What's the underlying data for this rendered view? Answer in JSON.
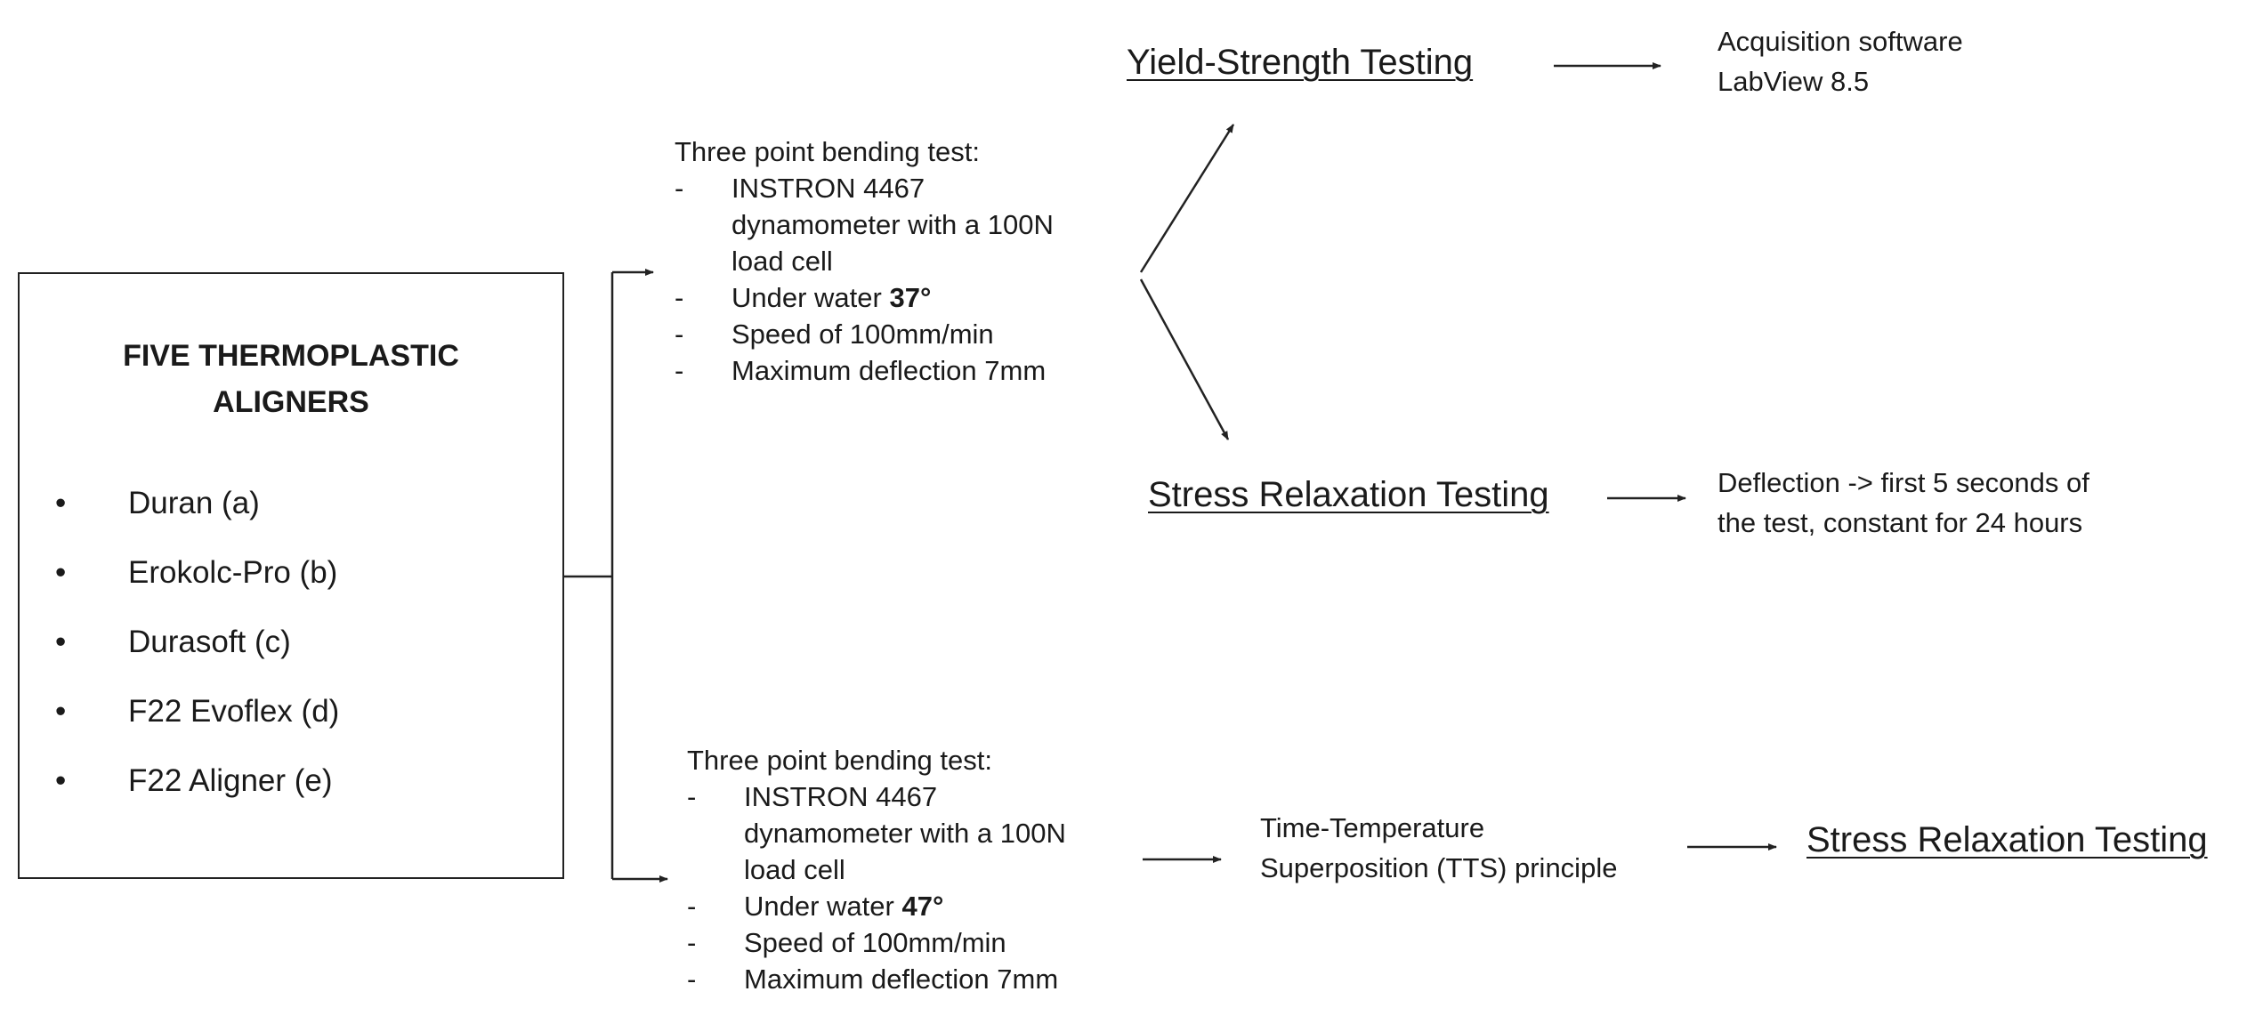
{
  "materials_box": {
    "title_line1": "FIVE THERMOPLASTIC",
    "title_line2": "ALIGNERS",
    "bullet": "•",
    "items": [
      "Duran  (a)",
      "Erokolc-Pro (b)",
      "Durasoft (c)",
      "F22 Evoflex (d)",
      "F22 Aligner (e)"
    ]
  },
  "test_top": {
    "heading": "Three point bending test:",
    "dash": "-",
    "item1_line1": "INSTRON 4467",
    "item1_line2": "dynamometer with a 100N",
    "item1_line3": "load cell",
    "item2_text": "Under water ",
    "item2_bold": "37°",
    "item3": "Speed of 100mm/min",
    "item4": "Maximum deflection 7mm"
  },
  "test_bottom": {
    "heading": "Three point bending test:",
    "dash": "-",
    "item1_line1": "INSTRON 4467",
    "item1_line2": "dynamometer with a 100N",
    "item1_line3": "load cell",
    "item2_text": "Under water ",
    "item2_bold": "47°",
    "item3": "Speed of 100mm/min",
    "item4": "Maximum deflection 7mm"
  },
  "yield_strength": {
    "title": "Yield-Strength Testing",
    "note_line1": "Acquisition software",
    "note_line2": "LabView 8.5"
  },
  "stress_relaxation_top": {
    "title": "Stress Relaxation Testing",
    "note_line1": "Deflection -> first 5 seconds of",
    "note_line2": "the test, constant for 24 hours"
  },
  "tts": {
    "line1": "Time-Temperature",
    "line2": "Superposition (TTS) principle"
  },
  "stress_relaxation_bottom": {
    "title": "Stress Relaxation Testing"
  },
  "colors": {
    "line": "#222222",
    "text": "#1a1a1a"
  }
}
